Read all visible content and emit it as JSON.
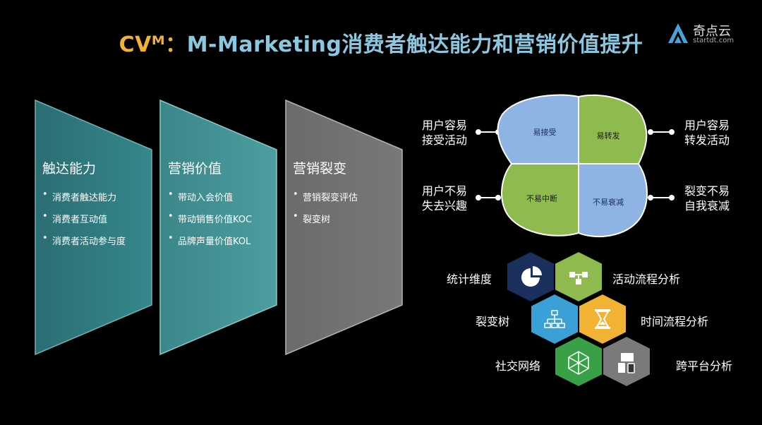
{
  "title": {
    "prefix": "CVᴹ：",
    "rest": "M-Marketing消费者触达能力和营销价值提升"
  },
  "logo": {
    "name": "奇点云",
    "url": "startdt.com"
  },
  "panels": [
    {
      "heading": "触达能力",
      "items": [
        "消费者触达能力",
        "消费者互动值",
        "消费者活动参与度"
      ],
      "color": "#2e7a7e"
    },
    {
      "heading": "营销价值",
      "items": [
        "带动入会价值",
        "带动销售价值KOC",
        "品牌声量价值KOL"
      ],
      "color": "#3d8d90"
    },
    {
      "heading": "营销裂变",
      "items": [
        "营销裂变评估",
        "裂变树"
      ],
      "color": "#6a6a6a"
    }
  ],
  "quadrant": {
    "labels": {
      "tl": "易接受",
      "tr": "易转发",
      "bl": "不易中断",
      "br": "不易衰减"
    },
    "side": {
      "tl": [
        "用户容易",
        "接受活动"
      ],
      "tr": [
        "用户容易",
        "转发活动"
      ],
      "bl": [
        "用户不易",
        "失去兴趣"
      ],
      "br": [
        "裂变不易",
        "自我衰减"
      ]
    },
    "colors": {
      "blue": "#8eb4e3",
      "green": "#8fba4f"
    }
  },
  "hexes": [
    {
      "label": "统计维度",
      "icon": "pie-chart-icon",
      "color": "#1a2f5c"
    },
    {
      "label": "活动流程分析",
      "icon": "flow-icon",
      "color": "#8fba4f"
    },
    {
      "label": "裂变树",
      "icon": "tree-icon",
      "color": "#3b9fd8"
    },
    {
      "label": "时间流程分析",
      "icon": "hourglass-icon",
      "color": "#f2b233"
    },
    {
      "label": "社交网络",
      "icon": "network-icon",
      "color": "#3aa048"
    },
    {
      "label": "跨平台分析",
      "icon": "platform-icon",
      "color": "#7a7a7a"
    }
  ]
}
